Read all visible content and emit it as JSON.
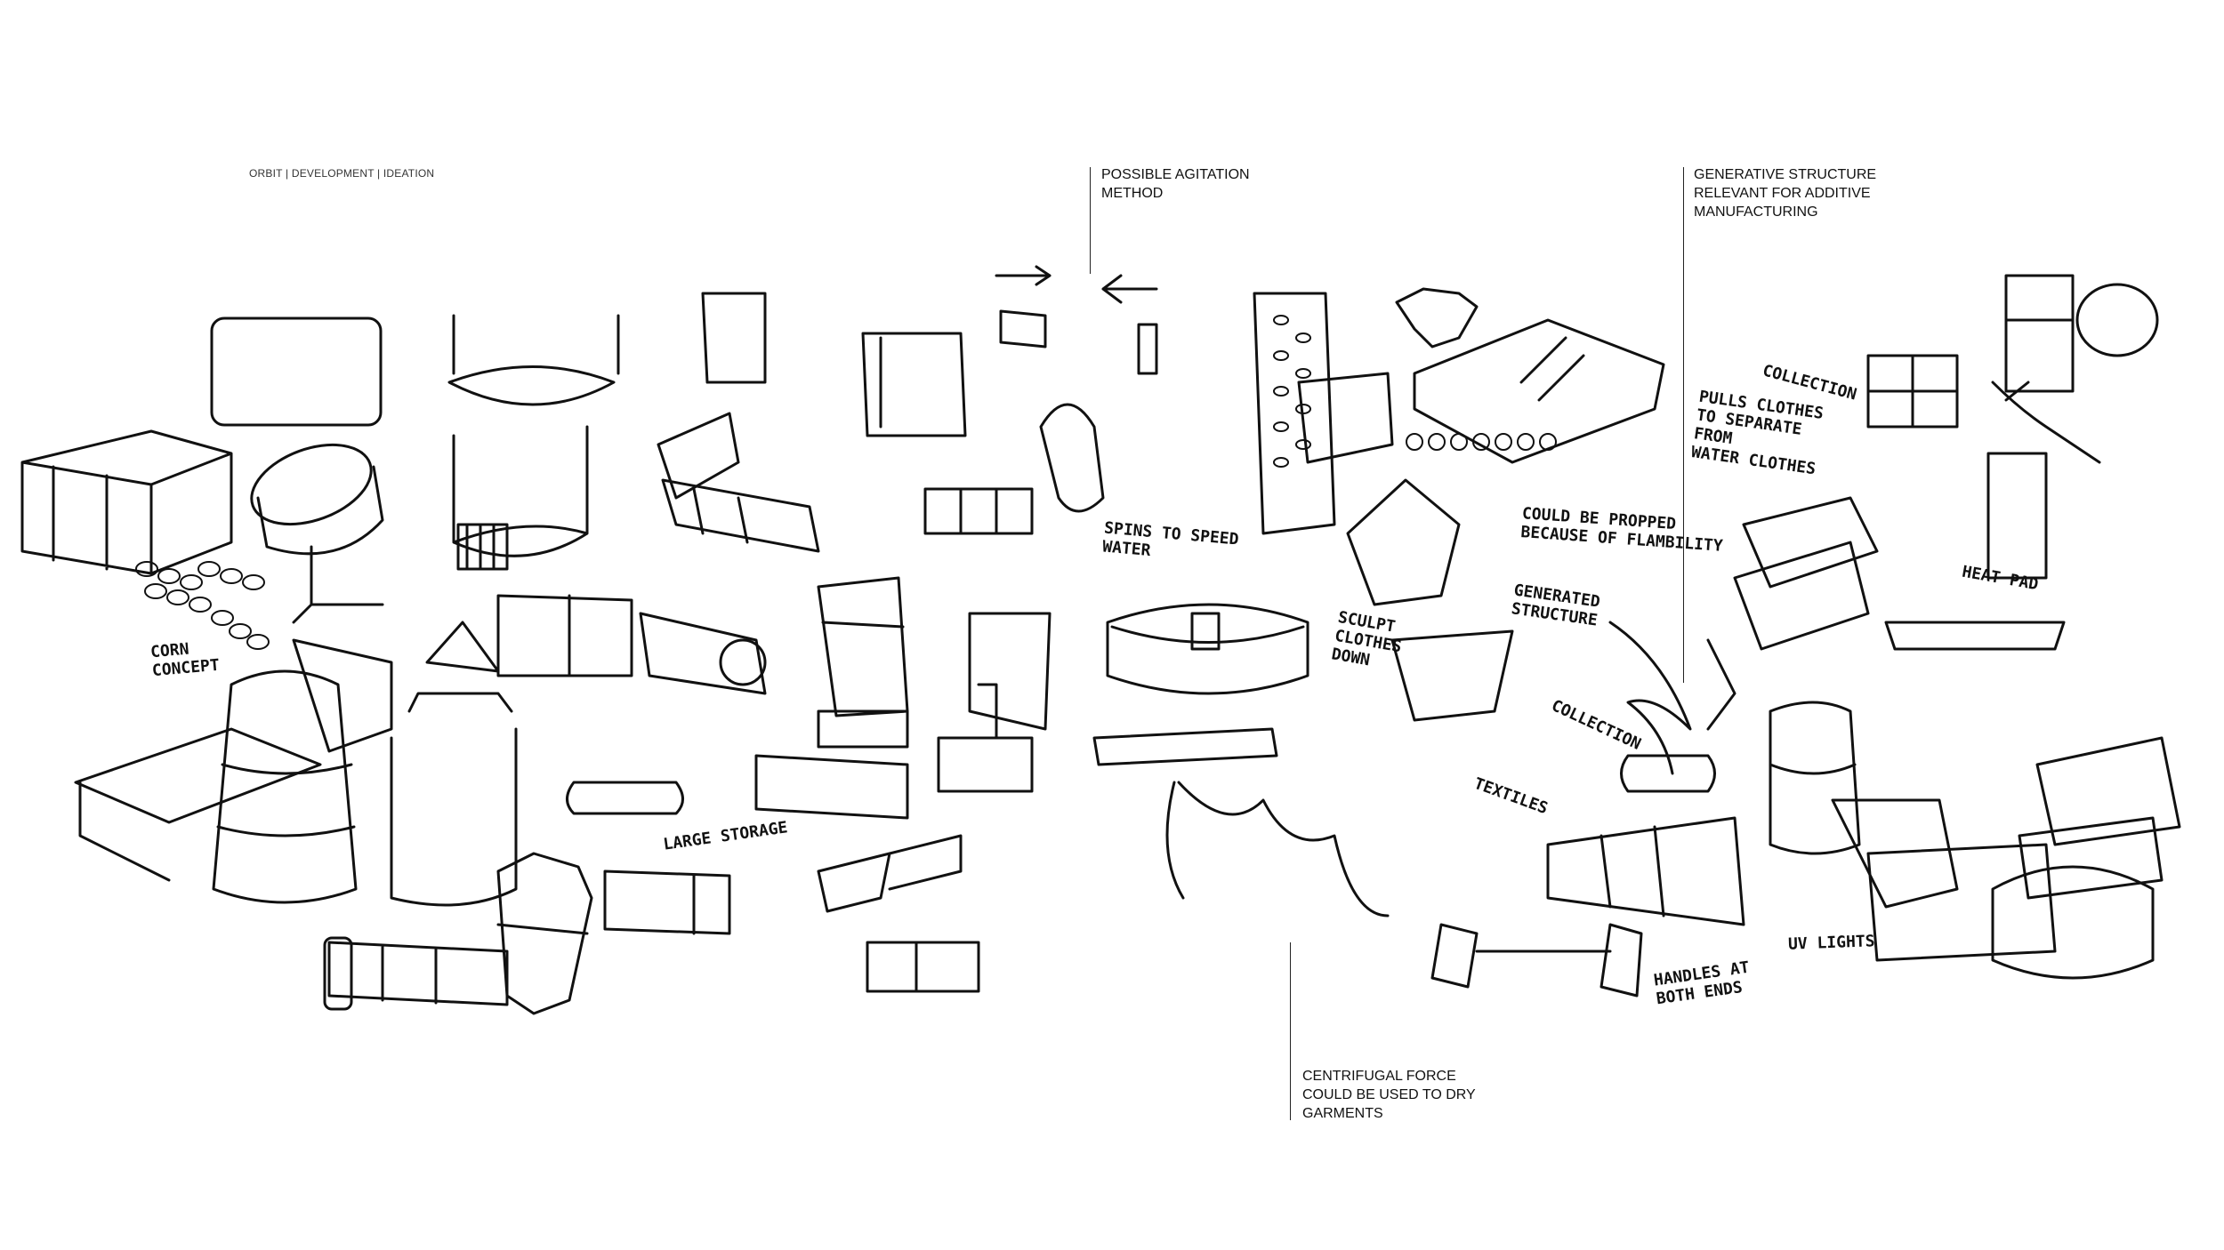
{
  "header": {
    "breadcrumb": "ORBIT | DEVELOPMENT | IDEATION"
  },
  "callouts": {
    "agitation": "POSSIBLE AGITATION\nMETHOD",
    "generative": "GENERATIVE STRUCTURE\nRELEVANT FOR ADDITIVE\nMANUFACTURING",
    "centrifugal": "CENTRIFUGAL FORCE\nCOULD BE USED TO DRY\nGARMENTS"
  },
  "handwritten": {
    "corn_concept": "CORN\nCONCEPT",
    "large_storage": "LARGE STORAGE",
    "spins_to_speed": "SPINS TO SPEED\nWATER",
    "sculpt": "SCULPT\nCLOTHES\nDOWN",
    "collection_top": "COLLECTION",
    "pulls_clothes": "PULLS CLOTHES\nTO SEPARATE\nFROM\nWATER CLOTHES",
    "could_be_propped": "COULD BE PROPPED\nBECAUSE OF FLAMBILITY",
    "generated_structure": "GENERATED\nSTRUCTURE",
    "heat_pad": "HEAT PAD",
    "collection_mid": "COLLECTION",
    "textiles": "TEXTILES",
    "handles": "HANDLES AT\nBOTH ENDS",
    "uv_lights": "UV LIGHTS"
  }
}
